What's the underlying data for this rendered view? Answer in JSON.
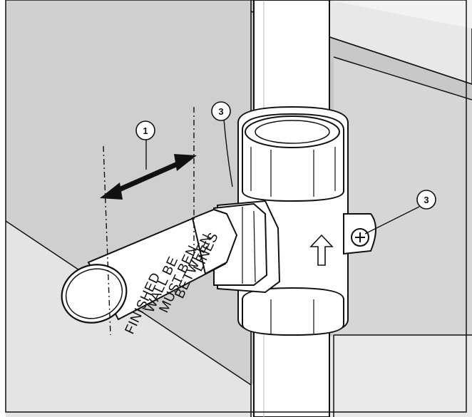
{
  "callouts": [
    {
      "number": "1",
      "meaning": "finished wall zone"
    },
    {
      "number": "3",
      "meaning": "mounting"
    },
    {
      "number": "3",
      "meaning": "mounting screw"
    }
  ],
  "cap_text": {
    "line1": "FINISHED",
    "line2": "WALL BE",
    "line3": "MUST BEN",
    "line4": "BETWEEN",
    "line5": "LINES"
  },
  "colors": {
    "wall_dark": "#cfcfcf",
    "wall_light": "#e6e6e6",
    "wall_far": "#efefef",
    "outline": "#111111",
    "fitting": "#ffffff"
  },
  "icons": [
    "flow-arrow-icon",
    "screw-head-icon",
    "double-arrow-icon"
  ]
}
